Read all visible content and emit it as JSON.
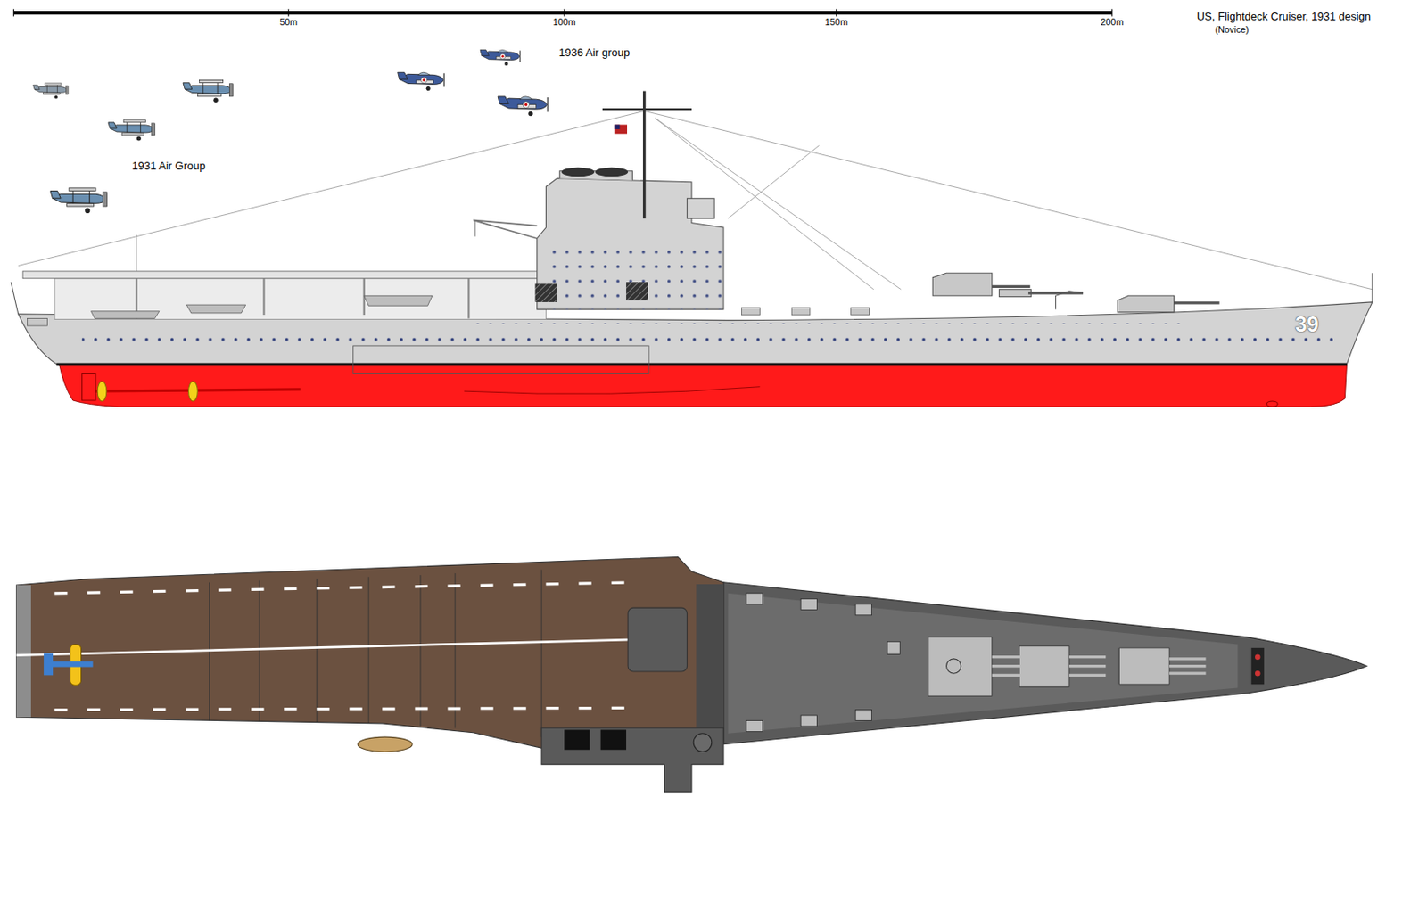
{
  "diagram": {
    "title": "US, Flightdeck Cruiser, 1931 design",
    "labels": [
      "(Novice)",
      "50m",
      "100m",
      "150m",
      "200m",
      "1936 Air group",
      "1931 Air Group",
      "39"
    ]
  }
}
